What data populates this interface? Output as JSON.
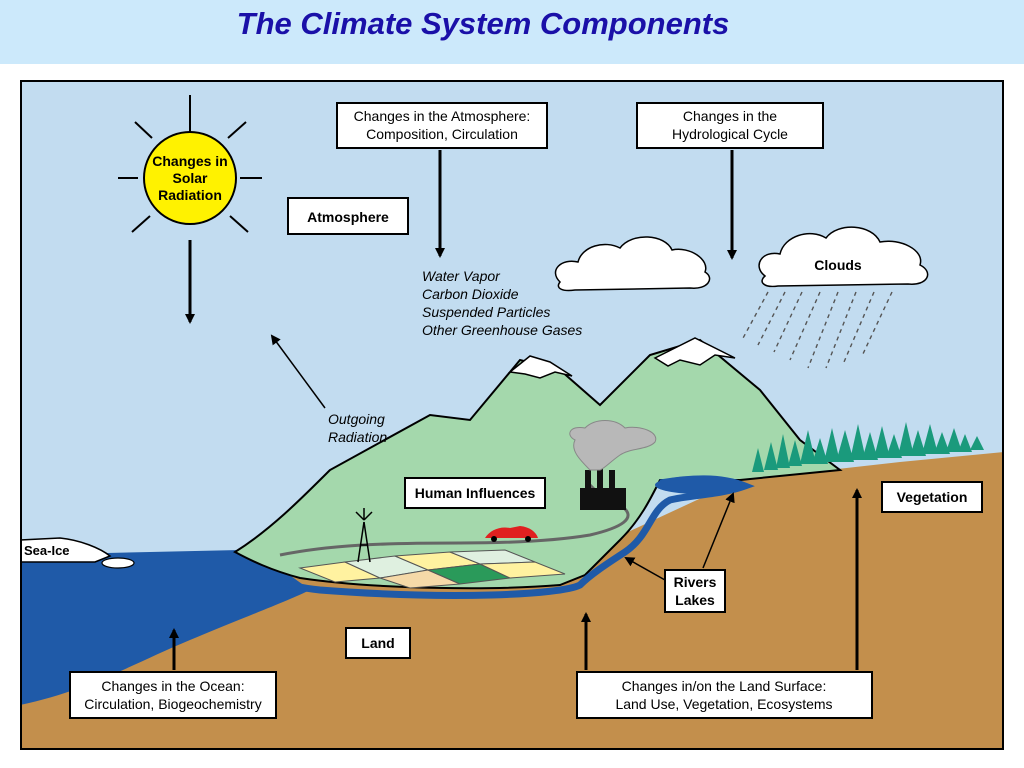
{
  "title": "The Climate System Components",
  "labels": {
    "solar": [
      "Changes in",
      "Solar",
      "Radiation"
    ],
    "atmosphere_box": "Atmosphere",
    "atmosphere_changes": [
      "Changes in the Atmosphere:",
      "Composition, Circulation"
    ],
    "hydro_changes": [
      "Changes in the",
      "Hydrological Cycle"
    ],
    "gases": [
      "Water Vapor",
      "Carbon Dioxide",
      "Suspended Particles",
      "Other Greenhouse Gases"
    ],
    "outgoing": [
      "Outgoing",
      "Radiation"
    ],
    "clouds": "Clouds",
    "human": "Human Influences",
    "vegetation": "Vegetation",
    "sea_ice": "Sea-Ice",
    "rivers": [
      "Rivers",
      "Lakes"
    ],
    "land": "Land",
    "ocean_changes": [
      "Changes in the Ocean:",
      "Circulation, Biogeochemistry"
    ],
    "land_changes": [
      "Changes in/on the Land Surface:",
      "Land Use, Vegetation, Ecosystems"
    ]
  },
  "colors": {
    "sky": "#c2dcf0",
    "ocean": "#1f5aa8",
    "land": "#c38f4c",
    "hills": "#a4d8ac",
    "snow": "#ffffff",
    "sun": "#fff200",
    "trees": "#1a9a7c",
    "car": "#e02020",
    "title": "#1a10a8"
  }
}
